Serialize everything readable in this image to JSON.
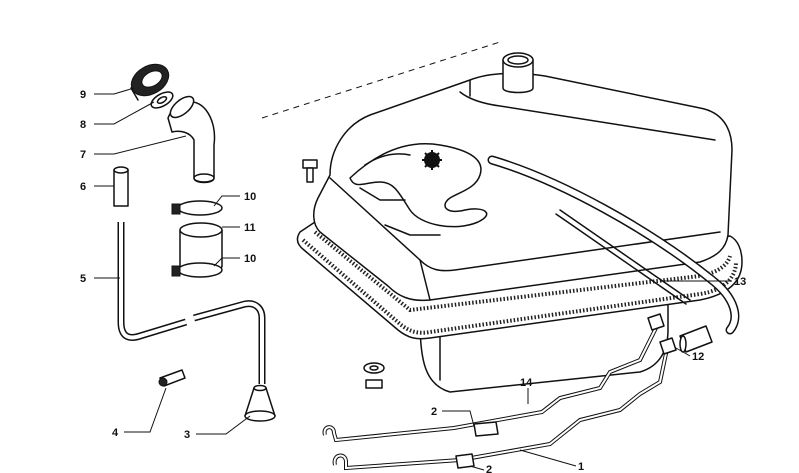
{
  "diagram": {
    "callouts": [
      {
        "id": "p9",
        "text": "9"
      },
      {
        "id": "p8",
        "text": "8"
      },
      {
        "id": "p7",
        "text": "7"
      },
      {
        "id": "p6",
        "text": "6"
      },
      {
        "id": "p5",
        "text": "5"
      },
      {
        "id": "p4",
        "text": "4"
      },
      {
        "id": "p3",
        "text": "3"
      },
      {
        "id": "p10a",
        "text": "10"
      },
      {
        "id": "p11",
        "text": "11"
      },
      {
        "id": "p10b",
        "text": "10"
      },
      {
        "id": "p13",
        "text": "13"
      },
      {
        "id": "p12",
        "text": "12"
      },
      {
        "id": "p14",
        "text": "14"
      },
      {
        "id": "p2a",
        "text": "2"
      },
      {
        "id": "p2b",
        "text": "2"
      },
      {
        "id": "p1",
        "text": "1"
      }
    ]
  }
}
